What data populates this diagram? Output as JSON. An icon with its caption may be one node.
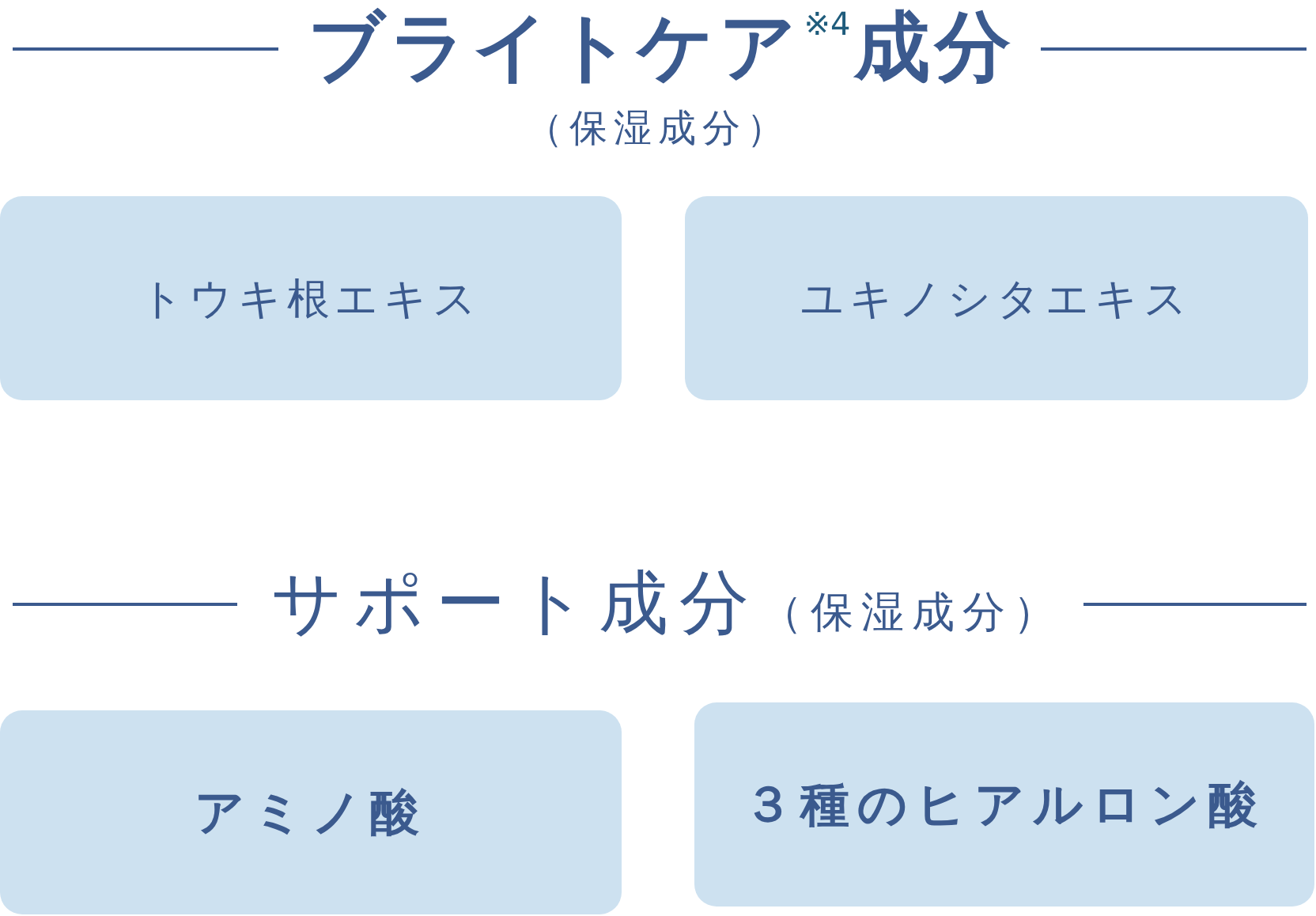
{
  "diagram": {
    "nodes": [
      {
        "text": [
          "トウキ根エキス"
        ]
      },
      {
        "text": [
          "ユキノシタエキス"
        ]
      },
      {
        "text": [
          "アミノ酸"
        ]
      },
      {
        "text": [
          "３種のヒアルロン酸"
        ]
      }
    ],
    "labels": [
      "ブライトケア$^{※4}$成分",
      "（保湿成分）",
      "サポート成分",
      "（保湿成分）"
    ]
  }
}
